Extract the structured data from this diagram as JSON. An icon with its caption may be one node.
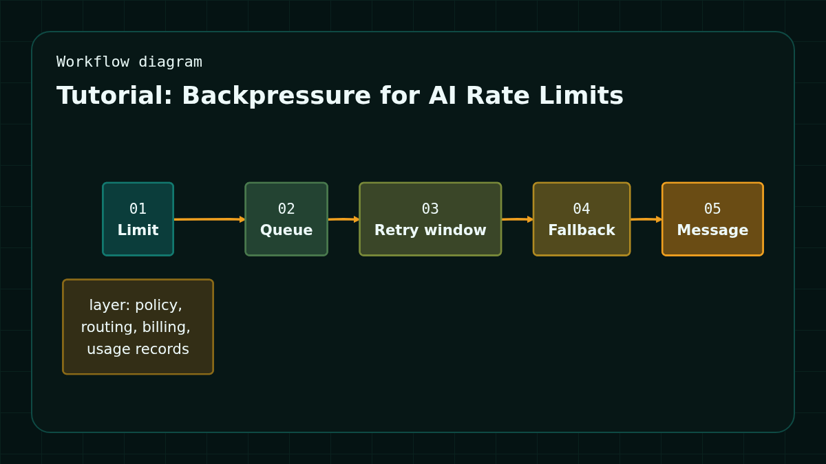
{
  "diagram": {
    "title": "Tutorial: Backpressure for AI Rate Limits",
    "nodes": [
      {
        "text": [
          "01",
          "Limit"
        ]
      },
      {
        "text": [
          "02",
          "Queue"
        ]
      },
      {
        "text": [
          "03",
          "Retry window"
        ]
      },
      {
        "text": [
          "04",
          "Fallback"
        ]
      },
      {
        "text": [
          "05",
          "Message"
        ]
      },
      {
        "text": [
          "layer: policy, routing, billing, usage records"
        ]
      }
    ],
    "edges": [
      {
        "from": 0,
        "to": 1,
        "arrow": "to"
      },
      {
        "from": 1,
        "to": 2,
        "arrow": "to"
      },
      {
        "from": 2,
        "to": 3,
        "arrow": "to"
      },
      {
        "from": 3,
        "to": 4,
        "arrow": "to"
      }
    ],
    "labels": [
      "Workflow diagram"
    ]
  }
}
